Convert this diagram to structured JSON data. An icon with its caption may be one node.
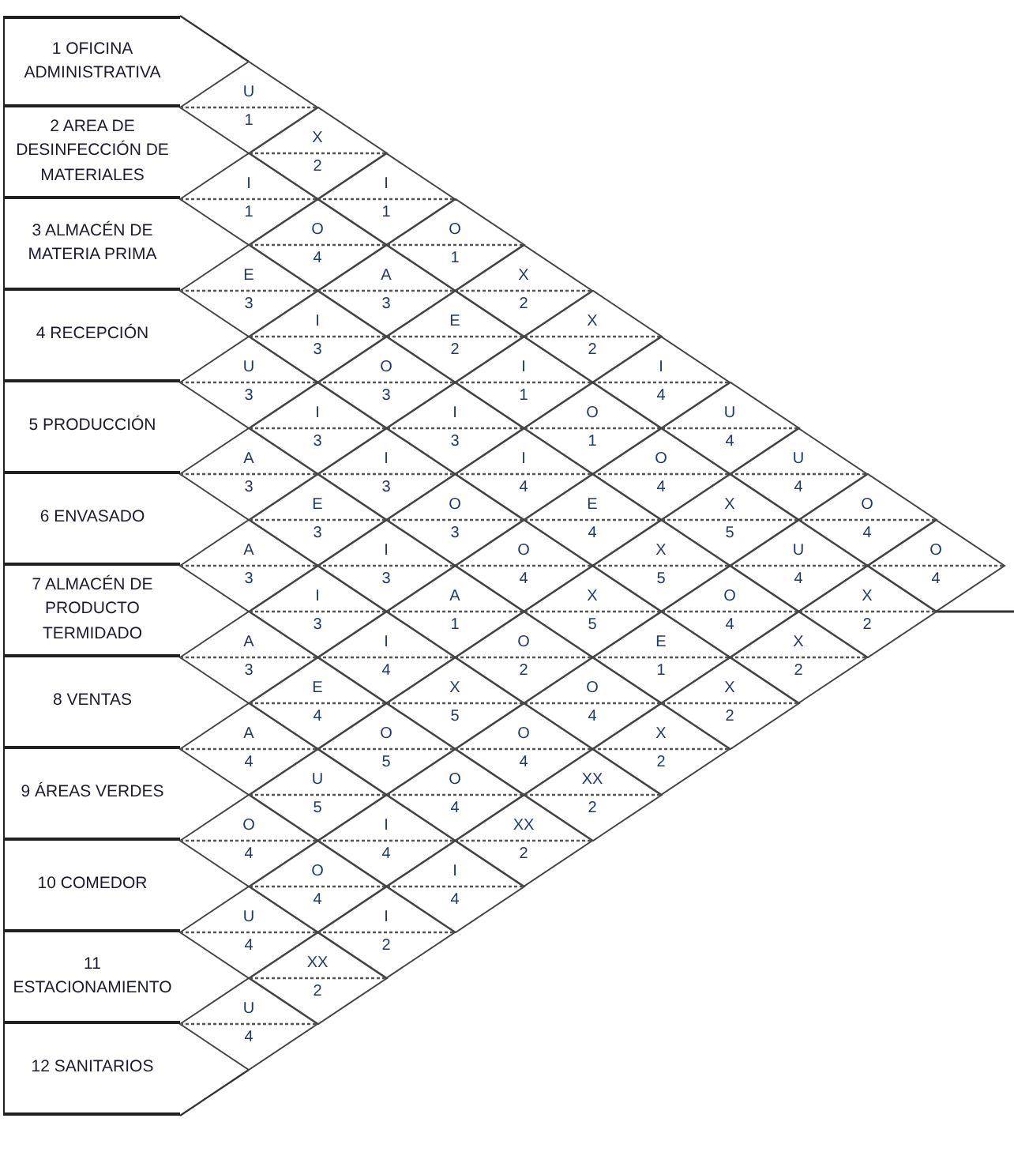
{
  "diagram": {
    "nodes": [
      {
        "text": [
          "1 OFICINA ADMINISTRATIVA"
        ]
      },
      {
        "text": [
          "2 AREA DE DESINFECCIÓN DE MATERIALES"
        ]
      },
      {
        "text": [
          "3 ALMACÉN DE MATERIA PRIMA"
        ]
      },
      {
        "text": [
          "4 RECEPCIÓN"
        ]
      },
      {
        "text": [
          "5 PRODUCCIÓN"
        ]
      },
      {
        "text": [
          "6 ENVASADO"
        ]
      },
      {
        "text": [
          "7 ALMACÉN DE PRODUCTO TERMIDADO"
        ]
      },
      {
        "text": [
          "8 VENTAS"
        ]
      },
      {
        "text": [
          "9 ÁREAS VERDES"
        ]
      },
      {
        "text": [
          "10 COMEDOR"
        ]
      },
      {
        "text": [
          "11 ESTACIONAMIENTO"
        ]
      },
      {
        "text": [
          "12 SANITARIOS"
        ]
      },
      {
        "text": [
          "U",
          "1"
        ]
      },
      {
        "text": [
          "X",
          "2"
        ]
      },
      {
        "text": [
          "I",
          "1"
        ]
      },
      {
        "text": [
          "O",
          "1"
        ]
      },
      {
        "text": [
          "X",
          "2"
        ]
      },
      {
        "text": [
          "X",
          "2"
        ]
      },
      {
        "text": [
          "I",
          "4"
        ]
      },
      {
        "text": [
          "U",
          "4"
        ]
      },
      {
        "text": [
          "U",
          "4"
        ]
      },
      {
        "text": [
          "O",
          "4"
        ]
      },
      {
        "text": [
          "O",
          "4"
        ]
      },
      {
        "text": [
          "I",
          "1"
        ]
      },
      {
        "text": [
          "O",
          "4"
        ]
      },
      {
        "text": [
          "A",
          "3"
        ]
      },
      {
        "text": [
          "E",
          "2"
        ]
      },
      {
        "text": [
          "I",
          "1"
        ]
      },
      {
        "text": [
          "O",
          "1"
        ]
      },
      {
        "text": [
          "O",
          "4"
        ]
      },
      {
        "text": [
          "X",
          "5"
        ]
      },
      {
        "text": [
          "U",
          "4"
        ]
      },
      {
        "text": [
          "X",
          "2"
        ]
      },
      {
        "text": [
          "E",
          "3"
        ]
      },
      {
        "text": [
          "I",
          "3"
        ]
      },
      {
        "text": [
          "O",
          "3"
        ]
      },
      {
        "text": [
          "I",
          "3"
        ]
      },
      {
        "text": [
          "I",
          "4"
        ]
      },
      {
        "text": [
          "E",
          "4"
        ]
      },
      {
        "text": [
          "X",
          "5"
        ]
      },
      {
        "text": [
          "O",
          "4"
        ]
      },
      {
        "text": [
          "X",
          "2"
        ]
      },
      {
        "text": [
          "U",
          "3"
        ]
      },
      {
        "text": [
          "I",
          "3"
        ]
      },
      {
        "text": [
          "I",
          "3"
        ]
      },
      {
        "text": [
          "O",
          "3"
        ]
      },
      {
        "text": [
          "O",
          "4"
        ]
      },
      {
        "text": [
          "X",
          "5"
        ]
      },
      {
        "text": [
          "E",
          "1"
        ]
      },
      {
        "text": [
          "X",
          "2"
        ]
      },
      {
        "text": [
          "A",
          "3"
        ]
      },
      {
        "text": [
          "E",
          "3"
        ]
      },
      {
        "text": [
          "I",
          "3"
        ]
      },
      {
        "text": [
          "A",
          "1"
        ]
      },
      {
        "text": [
          "O",
          "2"
        ]
      },
      {
        "text": [
          "O",
          "4"
        ]
      },
      {
        "text": [
          "X",
          "2"
        ]
      },
      {
        "text": [
          "A",
          "3"
        ]
      },
      {
        "text": [
          "I",
          "3"
        ]
      },
      {
        "text": [
          "I",
          "4"
        ]
      },
      {
        "text": [
          "X",
          "5"
        ]
      },
      {
        "text": [
          "O",
          "4"
        ]
      },
      {
        "text": [
          "XX",
          "2"
        ]
      },
      {
        "text": [
          "A",
          "3"
        ]
      },
      {
        "text": [
          "E",
          "4"
        ]
      },
      {
        "text": [
          "O",
          "5"
        ]
      },
      {
        "text": [
          "O",
          "4"
        ]
      },
      {
        "text": [
          "XX",
          "2"
        ]
      },
      {
        "text": [
          "A",
          "4"
        ]
      },
      {
        "text": [
          "U",
          "5"
        ]
      },
      {
        "text": [
          "I",
          "4"
        ]
      },
      {
        "text": [
          "I",
          "4"
        ]
      },
      {
        "text": [
          "O",
          "4"
        ]
      },
      {
        "text": [
          "O",
          "4"
        ]
      },
      {
        "text": [
          "I",
          "2"
        ]
      },
      {
        "text": [
          "U",
          "4"
        ]
      },
      {
        "text": [
          "XX",
          "2"
        ]
      },
      {
        "text": [
          "U",
          "4"
        ]
      }
    ]
  }
}
